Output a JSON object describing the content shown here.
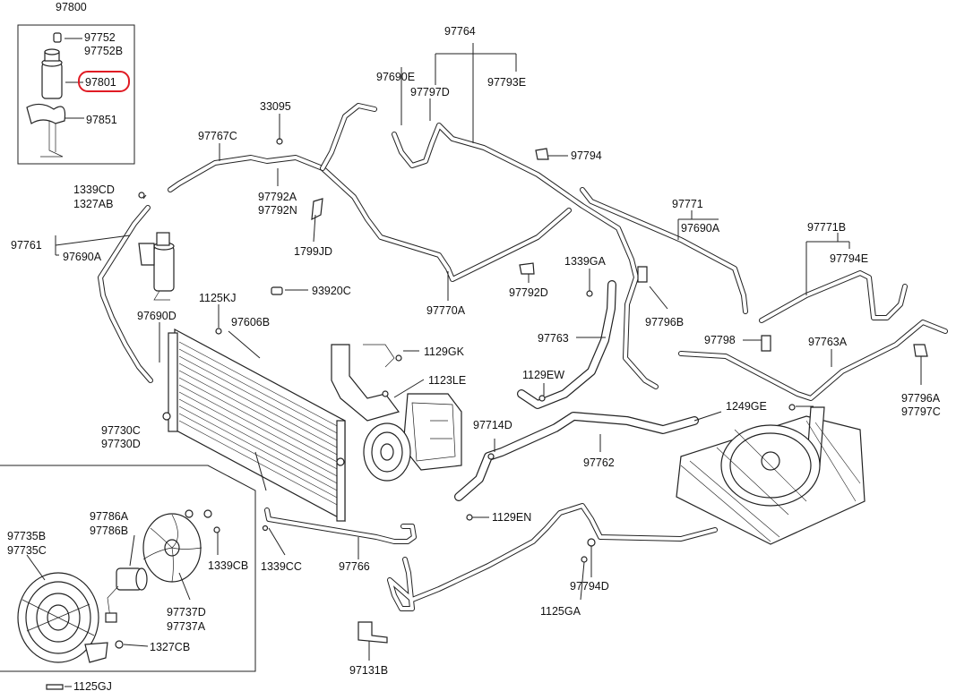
{
  "callouts": {
    "c97800": "97800",
    "c97752": "97752",
    "c97752B": "97752B",
    "c97801": "97801",
    "c97851": "97851",
    "c97764": "97764",
    "c97690E": "97690E",
    "c97797D": "97797D",
    "c97793E": "97793E",
    "c33095": "33095",
    "c97767C": "97767C",
    "c97794a": "97794",
    "c1339CD": "1339CD",
    "c1327AB": "1327AB",
    "c97792A": "97792A",
    "c97792N": "97792N",
    "c97771": "97771",
    "c97690A_r": "97690A",
    "c97761": "97761",
    "c97690A_l": "97690A",
    "c1799JD": "1799JD",
    "c97771B": "97771B",
    "c97794E": "97794E",
    "c1339GA": "1339GA",
    "c97792D": "97792D",
    "c1125KJ": "1125KJ",
    "c93920C": "93920C",
    "c97770A": "97770A",
    "c97796B": "97796B",
    "c97690D": "97690D",
    "c97606B": "97606B",
    "c97763": "97763",
    "c97798": "97798",
    "c97763A": "97763A",
    "c1129GK": "1129GK",
    "c97796A": "97796A",
    "c97797C": "97797C",
    "c1129EW": "1129EW",
    "c1123LE": "1123LE",
    "c1249GE": "1249GE",
    "c97730C": "97730C",
    "c97730D": "97730D",
    "c97714D": "97714D",
    "c97762": "97762",
    "c97786A": "97786A",
    "c97786B": "97786B",
    "c97735B": "97735B",
    "c97735C": "97735C",
    "c1339CB": "1339CB",
    "c1339CC": "1339CC",
    "c97766": "97766",
    "c1129EN": "1129EN",
    "c97737D": "97737D",
    "c97737A": "97737A",
    "c97794D": "97794D",
    "c1125GA": "1125GA",
    "c1327CB": "1327CB",
    "c97131B": "97131B",
    "c1125GJ": "1125GJ"
  },
  "highlight": {
    "color": "#e01b24"
  }
}
